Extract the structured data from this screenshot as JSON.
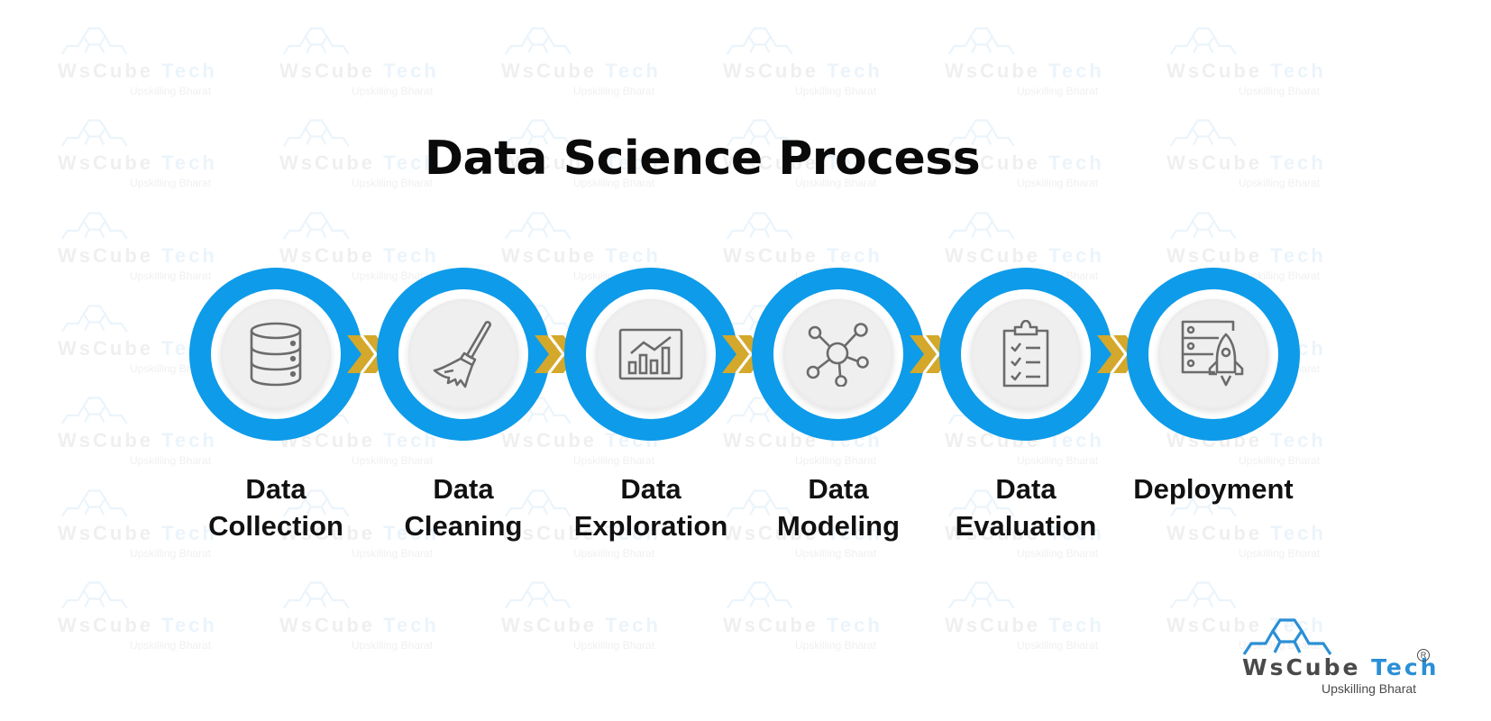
{
  "title": "Data Science Process",
  "colors": {
    "ring": "#0e9be9",
    "inner_disc": "#efefef",
    "chevron": "#d4a82a",
    "icon_stroke": "#6b6b6b",
    "title_text": "#0a0a0a",
    "logo_dark": "#4a4a4a",
    "logo_blue": "#2a8fd6"
  },
  "steps": [
    {
      "line1": "Data",
      "line2": "Collection",
      "icon": "database-icon"
    },
    {
      "line1": "Data",
      "line2": "Cleaning",
      "icon": "broom-icon"
    },
    {
      "line1": "Data",
      "line2": "Exploration",
      "icon": "bar-chart-trend-icon"
    },
    {
      "line1": "Data",
      "line2": "Modeling",
      "icon": "network-nodes-icon"
    },
    {
      "line1": "Data",
      "line2": "Evaluation",
      "icon": "clipboard-checklist-icon"
    },
    {
      "line1": "Deployment",
      "line2": "",
      "icon": "server-rocket-icon"
    }
  ],
  "logo": {
    "brand_part1": "WsCube",
    "brand_part2": "Tech",
    "registered": "R",
    "tagline": "Upskilling Bharat"
  },
  "watermark": {
    "brand_part1": "WsCube",
    "brand_part2": "Tech",
    "tagline": "Upskilling Bharat"
  }
}
